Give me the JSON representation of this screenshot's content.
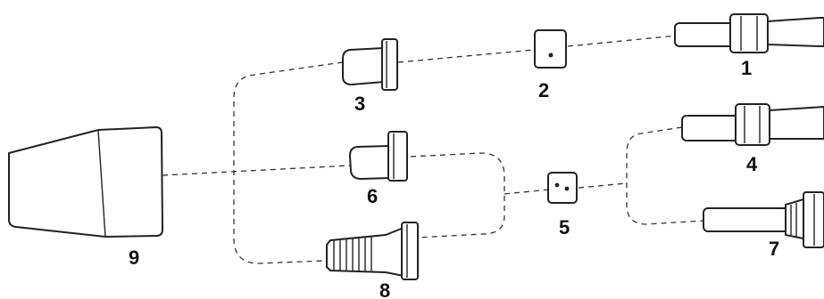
{
  "diagram": {
    "callouts": {
      "p1": "1",
      "p2": "2",
      "p3": "3",
      "p4": "4",
      "p5": "5",
      "p6": "6",
      "p7": "7",
      "p8": "8",
      "p9": "9"
    }
  }
}
